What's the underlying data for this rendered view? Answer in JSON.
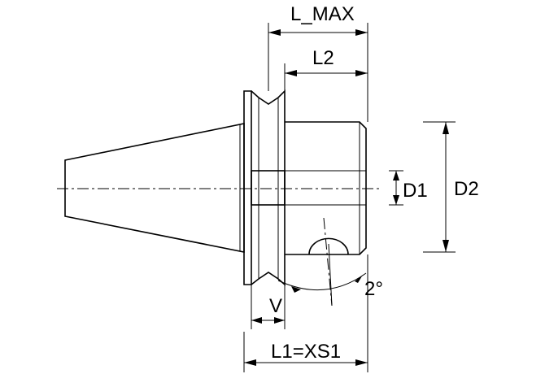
{
  "labels": {
    "l_max": "L_MAX",
    "l2": "L2",
    "d1": "D1",
    "d2": "D2",
    "angle": "2°",
    "v": "V",
    "l1": "L1=XS1"
  },
  "colors": {
    "line": "#000000",
    "background": "#ffffff"
  }
}
